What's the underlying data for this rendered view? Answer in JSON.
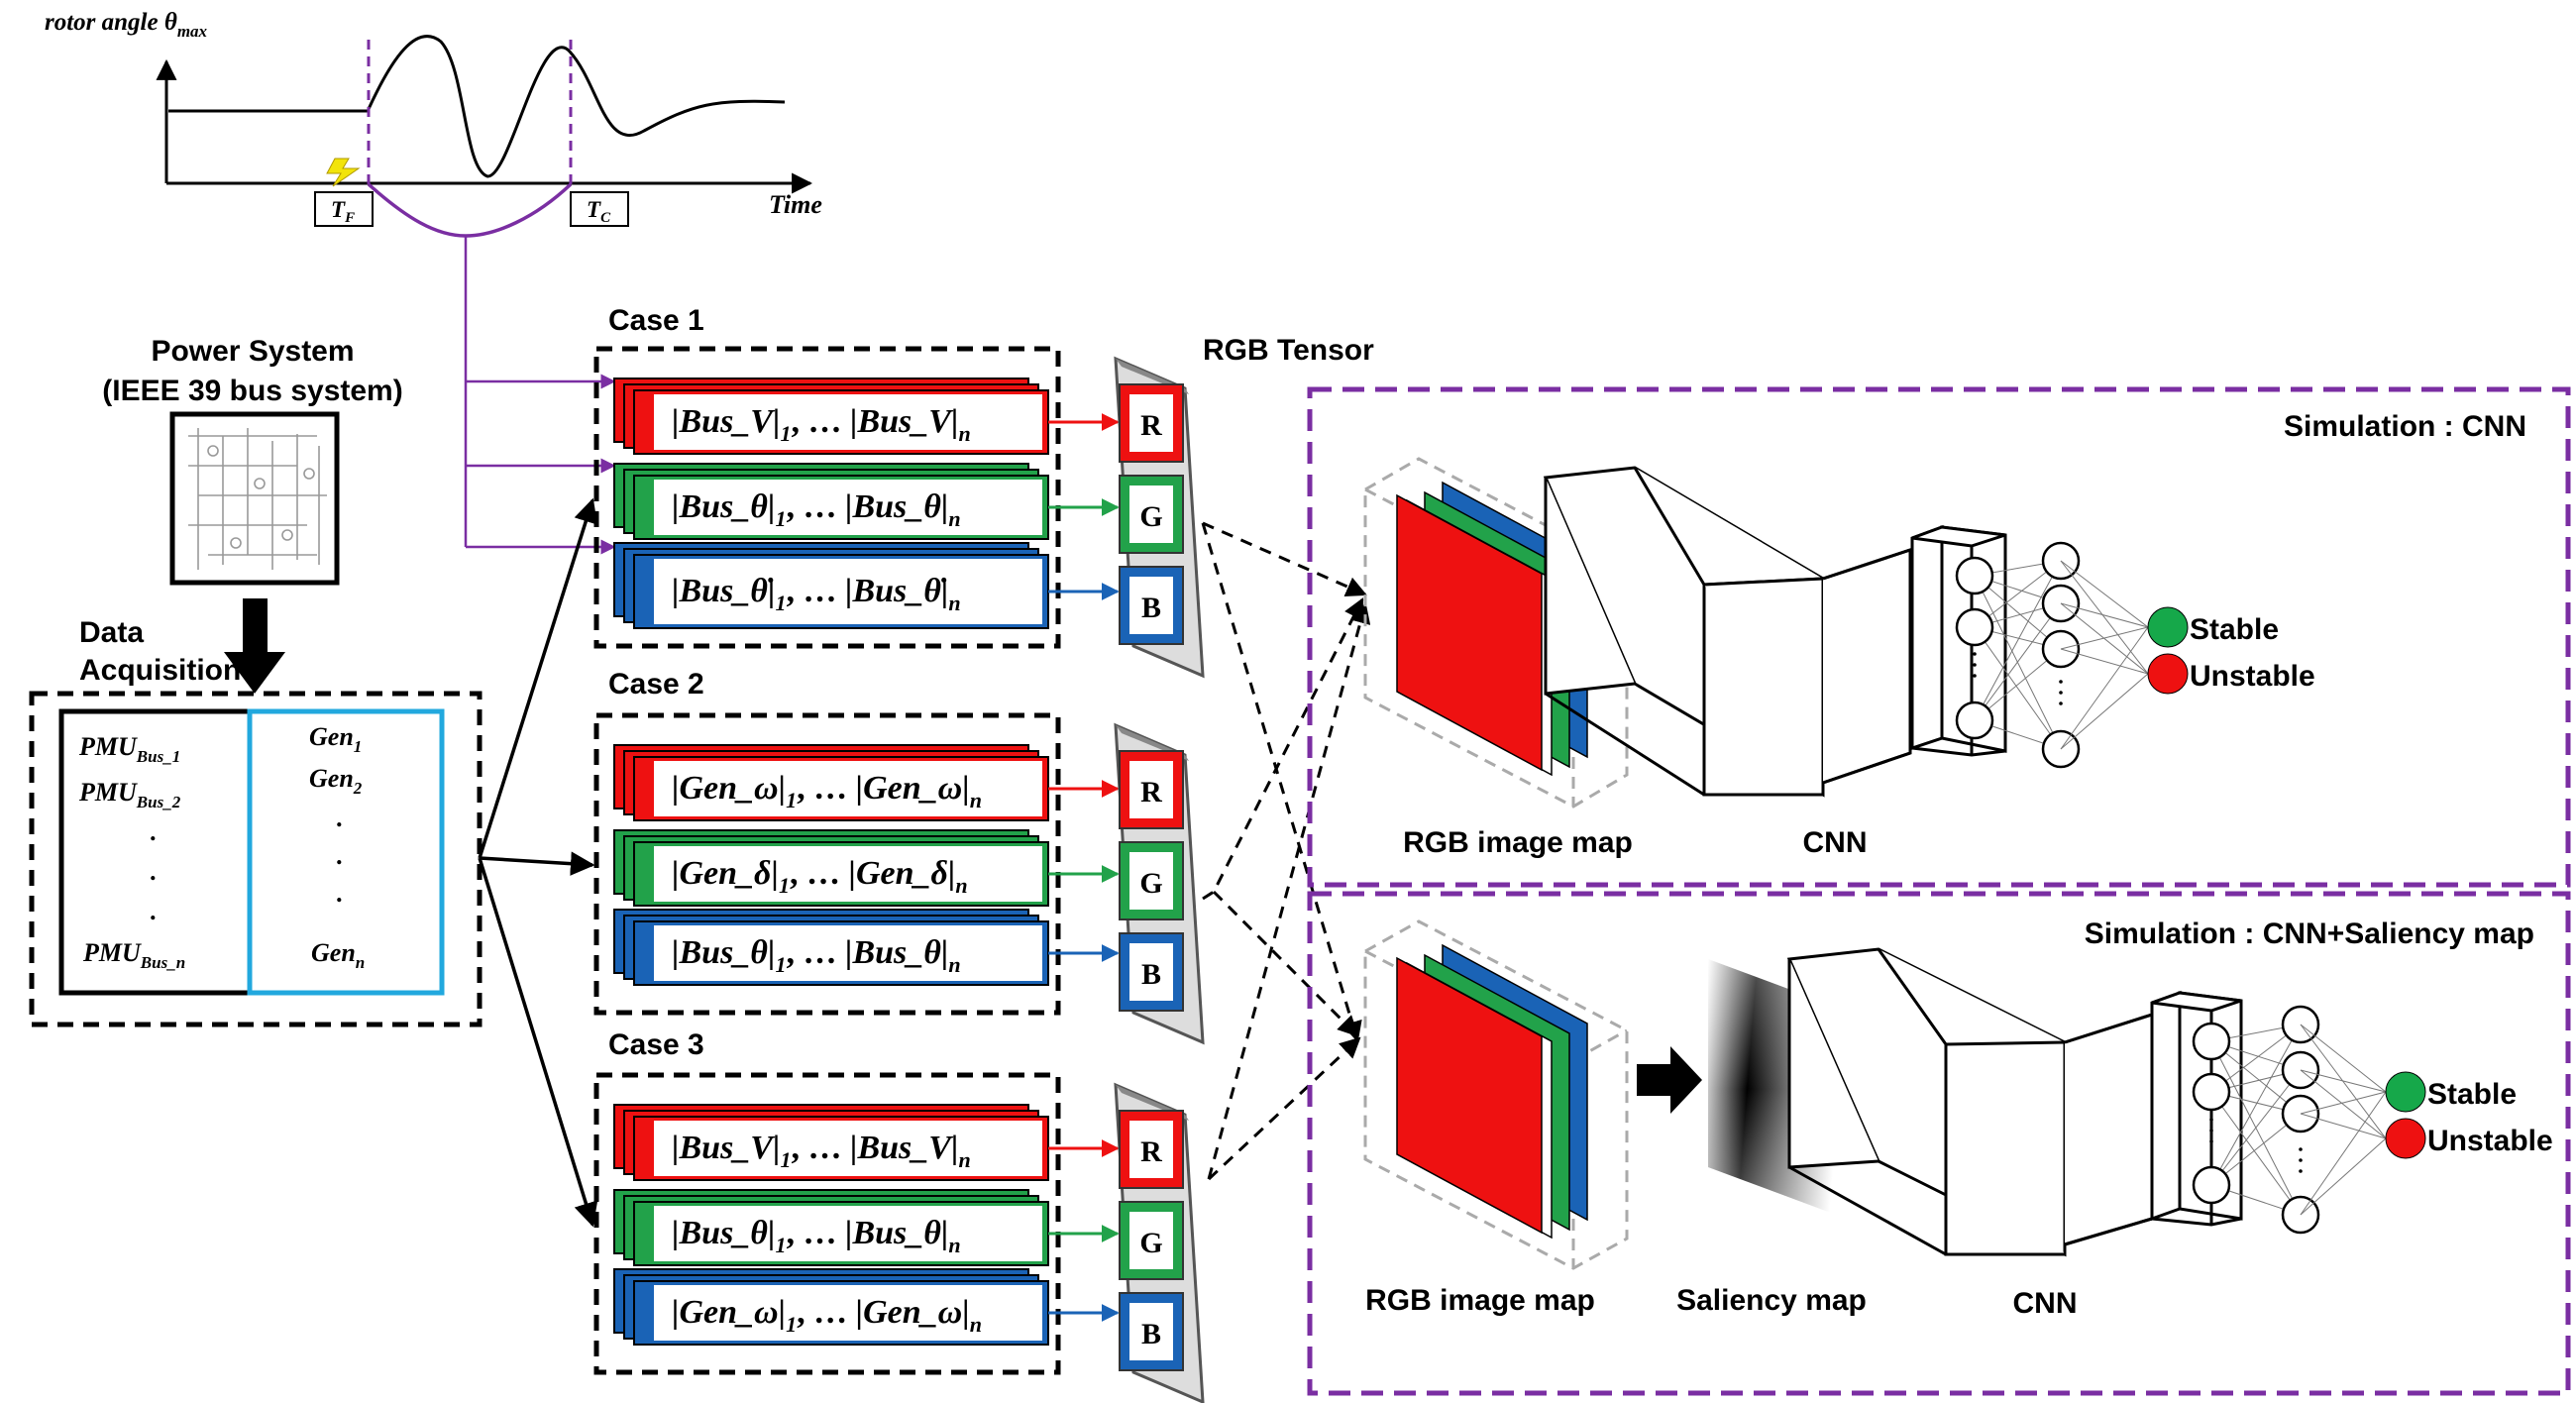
{
  "colors": {
    "red": "#ee1111",
    "green": "#22a24a",
    "blue": "#1a63b6",
    "purple": "#7a2ea2",
    "cyan": "#22a8de",
    "node_stable": "#16a84a",
    "node_unstable": "#ee1111",
    "lightning": "#f2e40a"
  },
  "rotor_chart": {
    "y_label_main": "rotor angle θ",
    "y_label_sub": "max",
    "x_label": "Time",
    "tf_main": "T",
    "tf_sub": "F",
    "tc_main": "T",
    "tc_sub": "C"
  },
  "power_system": {
    "title": "Power System",
    "subtitle": "(IEEE 39 bus system)"
  },
  "data_acquisition": {
    "label_line1": "Data",
    "label_line2": "Acquisition",
    "pmu": [
      {
        "main": "PMU",
        "sub": "Bus_1"
      },
      {
        "main": "PMU",
        "sub": "Bus_2"
      },
      {
        "main": "PMU",
        "sub": "Bus_n"
      }
    ],
    "gen": [
      {
        "main": "Gen",
        "sub": "1"
      },
      {
        "main": "Gen",
        "sub": "2"
      },
      {
        "main": "Gen",
        "sub": "n"
      }
    ],
    "dot": "."
  },
  "rgb_tensor_label": "RGB Tensor",
  "channels": [
    "R",
    "G",
    "B"
  ],
  "cases": [
    {
      "title": "Case 1",
      "rows": [
        {
          "a": "|Bus_V|",
          "s1": "1",
          "mid": ", … ",
          "b": "|Bus_V|",
          "s2": "n"
        },
        {
          "a": "|Bus_θ|",
          "s1": "1",
          "mid": ", … ",
          "b": "|Bus_θ|",
          "s2": "n"
        },
        {
          "a": "|Bus_θ̇|",
          "s1": "1",
          "mid": ", … ",
          "b": "|Bus_θ̇|",
          "s2": "n"
        }
      ]
    },
    {
      "title": "Case 2",
      "rows": [
        {
          "a": "|Gen_ω|",
          "s1": "1",
          "mid": ", … ",
          "b": "|Gen_ω|",
          "s2": "n"
        },
        {
          "a": "|Gen_δ|",
          "s1": "1",
          "mid": ", … ",
          "b": "|Gen_δ|",
          "s2": "n"
        },
        {
          "a": "|Bus_θ|",
          "s1": "1",
          "mid": ", … ",
          "b": "|Bus_θ|",
          "s2": "n"
        }
      ]
    },
    {
      "title": "Case 3",
      "rows": [
        {
          "a": "|Bus_V|",
          "s1": "1",
          "mid": ", … ",
          "b": "|Bus_V|",
          "s2": "n"
        },
        {
          "a": "|Bus_θ|",
          "s1": "1",
          "mid": ", … ",
          "b": "|Bus_θ|",
          "s2": "n"
        },
        {
          "a": "|Gen_ω|",
          "s1": "1",
          "mid": ", … ",
          "b": "|Gen_ω|",
          "s2": "n"
        }
      ]
    }
  ],
  "sim_cnn": {
    "title": "Simulation : CNN",
    "image_map_label": "RGB image map",
    "cnn_label": "CNN",
    "stable": "Stable",
    "unstable": "Unstable"
  },
  "sim_saliency": {
    "title": "Simulation : CNN+Saliency map",
    "image_map_label": "RGB image map",
    "saliency_label": "Saliency map",
    "cnn_label": "CNN",
    "stable": "Stable",
    "unstable": "Unstable"
  }
}
